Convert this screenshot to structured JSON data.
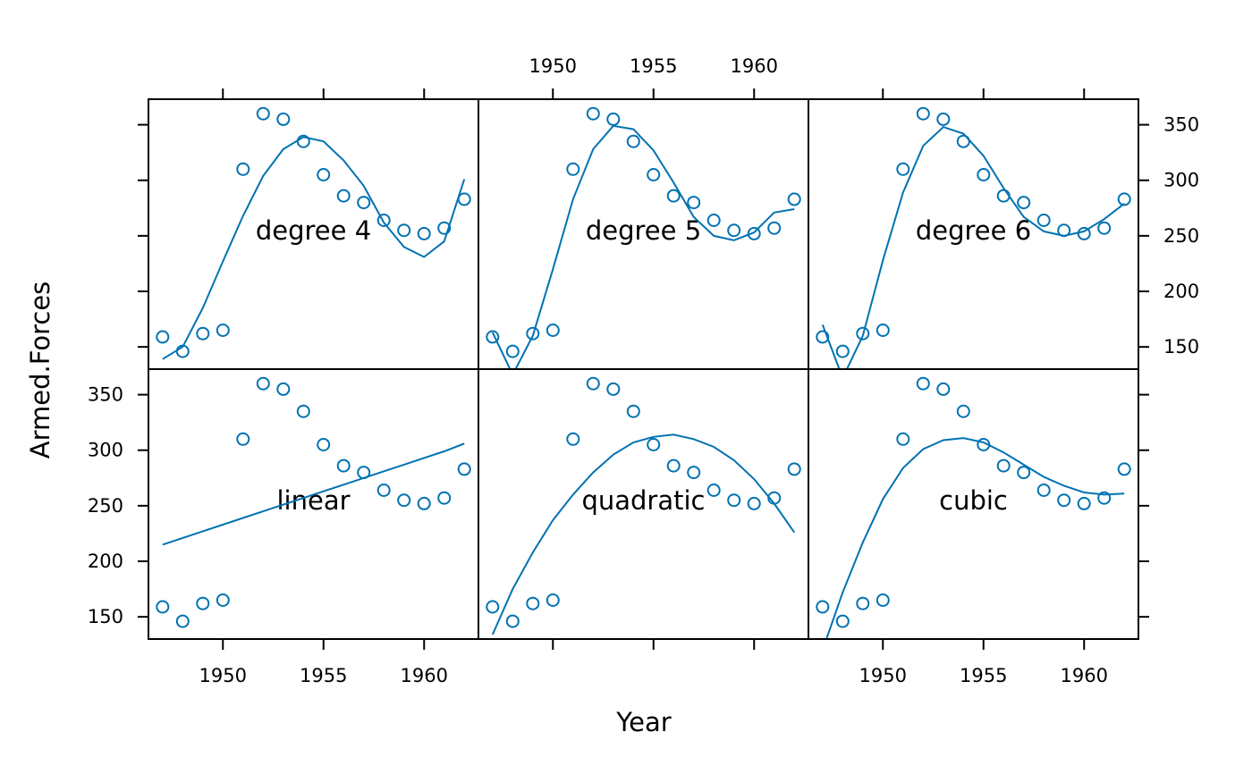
{
  "chart_data": {
    "type": "scatter",
    "xlabel": "Year",
    "ylabel": "Armed.Forces",
    "xlim": [
      1946.3,
      1962.7
    ],
    "ylim": [
      130,
      373
    ],
    "x_ticks": [
      1950,
      1955,
      1960
    ],
    "y_ticks": [
      150,
      200,
      250,
      300,
      350
    ],
    "grid": false,
    "colors": {
      "series": "#0072B2",
      "frame": "#000000"
    },
    "points": {
      "x": [
        1947,
        1948,
        1949,
        1950,
        1951,
        1952,
        1953,
        1954,
        1955,
        1956,
        1957,
        1958,
        1959,
        1960,
        1961,
        1962
      ],
      "y": [
        159,
        146,
        162,
        165,
        310,
        360,
        355,
        335,
        305,
        286,
        280,
        264,
        255,
        252,
        257,
        283
      ]
    },
    "panels": [
      {
        "label": "linear",
        "row": 0,
        "col": 0,
        "fit": [
          215,
          221,
          227,
          233,
          239,
          245,
          251,
          257,
          263,
          269,
          275,
          281,
          287,
          293,
          299,
          306
        ]
      },
      {
        "label": "quadratic",
        "row": 0,
        "col": 1,
        "fit": [
          134,
          175,
          208,
          237,
          260,
          280,
          296,
          307,
          312,
          314,
          310,
          303,
          291,
          274,
          252,
          226
        ]
      },
      {
        "label": "cubic",
        "row": 0,
        "col": 2,
        "fit": [
          120,
          172,
          217,
          256,
          284,
          301,
          309,
          311,
          307,
          298,
          287,
          276,
          268,
          262,
          260,
          261
        ]
      },
      {
        "label": "degree 4",
        "row": 1,
        "col": 0,
        "fit": [
          139,
          150,
          185,
          227,
          268,
          304,
          328,
          339,
          335,
          318,
          295,
          262,
          240,
          231,
          245,
          301
        ]
      },
      {
        "label": "degree 5",
        "row": 1,
        "col": 1,
        "fit": [
          163,
          125,
          160,
          220,
          283,
          328,
          349,
          346,
          327,
          298,
          267,
          250,
          246,
          253,
          271,
          274
        ]
      },
      {
        "label": "degree 6",
        "row": 1,
        "col": 2,
        "fit": [
          170,
          122,
          160,
          228,
          289,
          331,
          348,
          342,
          322,
          293,
          267,
          254,
          250,
          254,
          265,
          279
        ]
      }
    ]
  }
}
